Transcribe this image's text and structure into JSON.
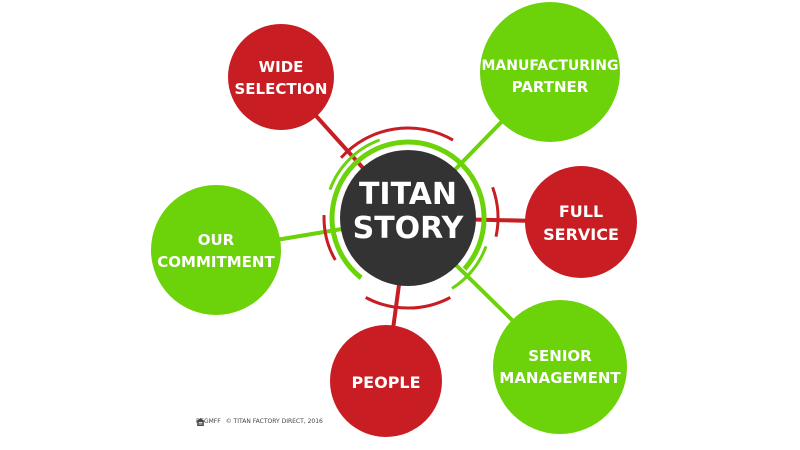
{
  "colors": {
    "green": "#6cd20a",
    "red": "#c81d22",
    "center": "#333333",
    "text": "#ffffff"
  },
  "center": {
    "line1": "TITAN",
    "line2": "STORY"
  },
  "nodes": [
    {
      "id": "wide-selection",
      "color": "red",
      "lines": [
        "WIDE",
        "SELECTION"
      ]
    },
    {
      "id": "manufacturing-partner",
      "color": "green",
      "lines": [
        "MANUFACTURING",
        "PARTNER"
      ]
    },
    {
      "id": "full-service",
      "color": "red",
      "lines": [
        "FULL",
        "SERVICE"
      ]
    },
    {
      "id": "senior-management",
      "color": "green",
      "lines": [
        "SENIOR",
        "MANAGEMENT"
      ]
    },
    {
      "id": "people",
      "color": "red",
      "lines": [
        "PEOPLE"
      ]
    },
    {
      "id": "our-commitment",
      "color": "green",
      "lines": [
        "OUR",
        "COMMITMENT"
      ]
    }
  ],
  "footer": {
    "badge_text": "REGMFF",
    "copyright": "© TITAN FACTORY DIRECT, 2016",
    "icon": "equal-housing-icon"
  }
}
